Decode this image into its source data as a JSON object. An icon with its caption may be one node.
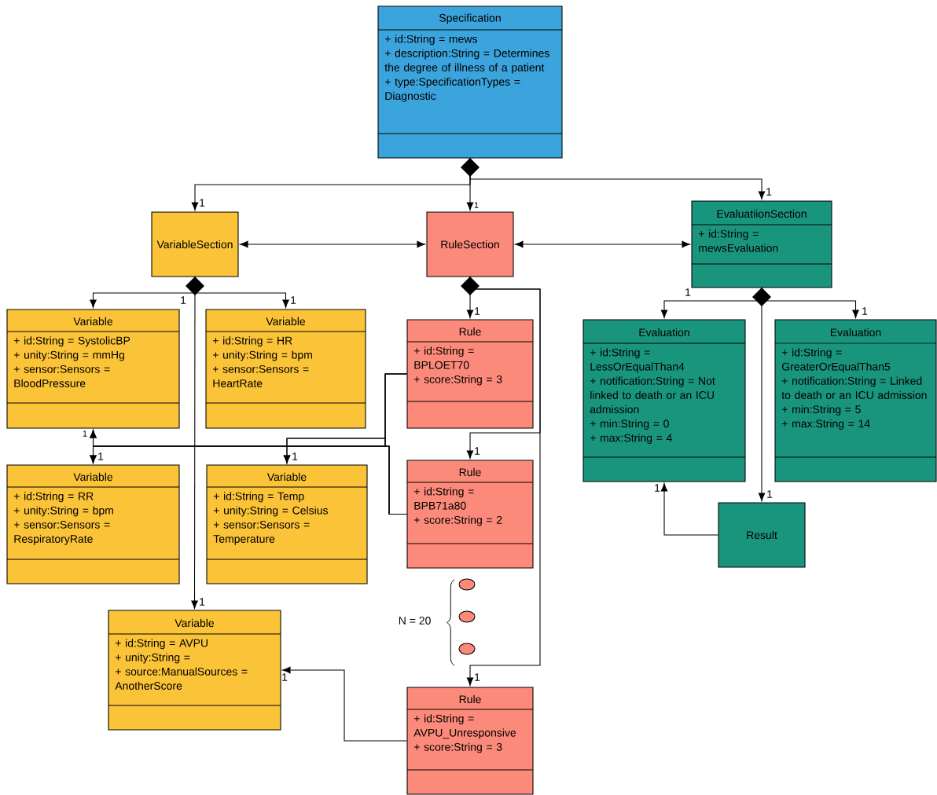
{
  "diagram": {
    "nodes": [
      {
        "text": [
          "Specification",
          "+ id:String = mews",
          "+ description:String = Determines the degree of illness of a patient",
          "+ type:SpecificationTypes = Diagnostic"
        ]
      },
      {
        "text": [
          "VariableSection"
        ]
      },
      {
        "text": [
          "RuleSection"
        ]
      },
      {
        "text": [
          "EvaluatiionSection",
          "+ id:String = mewsEvaluation"
        ]
      },
      {
        "text": [
          "Variable",
          "+ id:String = SystolicBP",
          "+ unity:String = mmHg",
          "+ sensor:Sensors = BloodPressure"
        ]
      },
      {
        "text": [
          "Variable",
          "+ id:String = HR",
          "+ unity:String = bpm",
          "+ sensor:Sensors = HeartRate"
        ]
      },
      {
        "text": [
          "Variable",
          "+ id:String = RR",
          "+ unity:String = bpm",
          "+ sensor:Sensors = RespiratoryRate"
        ]
      },
      {
        "text": [
          "Variable",
          "+ id:String = Temp",
          "+ unity:String = Celsius",
          "+ sensor:Sensors = Temperature"
        ]
      },
      {
        "text": [
          "Variable",
          "+ id:String = AVPU",
          "+ unity:String =",
          "+ source:ManualSources = AnotherScore"
        ]
      },
      {
        "text": [
          "Rule",
          "+ id:String = BPLOET70",
          "+ score:String = 3"
        ]
      },
      {
        "text": [
          "Rule",
          "+ id:String = BPB71a80",
          "+ score:String = 2"
        ]
      },
      {
        "text": [],
        "shape": "ellipse"
      },
      {
        "text": [],
        "shape": "ellipse"
      },
      {
        "text": [],
        "shape": "ellipse"
      },
      {
        "text": [
          "Rule",
          "+ id:String = AVPU_Unresponsive",
          "+ score:String = 3"
        ]
      },
      {
        "text": [
          "Evaluation",
          "+ id:String = LessOrEqualThan4",
          "+ notification:String = Not linked to death or an ICU admission",
          "+ min:String = 0",
          "+ max:String = 4"
        ]
      },
      {
        "text": [
          "Evaluation",
          "+ id:String = GreaterOrEqualThan5",
          "+ notification:String = Linked to death or an ICU admission",
          "+ min:String = 5",
          "+ max:String = 14"
        ]
      },
      {
        "text": [
          "Result"
        ]
      }
    ],
    "edges": [
      {
        "from": 0,
        "to": 1,
        "arrow": "to",
        "label": "1"
      },
      {
        "from": 0,
        "to": 2,
        "arrow": "to",
        "label": "1"
      },
      {
        "from": 0,
        "to": 3,
        "arrow": "to",
        "label": "1"
      },
      {
        "from": 1,
        "to": 2,
        "arrow": "both"
      },
      {
        "from": 2,
        "to": 3,
        "arrow": "both"
      },
      {
        "from": 1,
        "to": 4,
        "arrow": "to",
        "label": "1"
      },
      {
        "from": 1,
        "to": 5,
        "arrow": "to",
        "label": "1"
      },
      {
        "from": 1,
        "to": 8,
        "arrow": "to",
        "label": "1"
      },
      {
        "from": 2,
        "to": 9,
        "arrow": "to",
        "label": "1"
      },
      {
        "from": 2,
        "to": 10,
        "arrow": "to",
        "label": "1"
      },
      {
        "from": 2,
        "to": 14,
        "arrow": "to",
        "label": "1"
      },
      {
        "from": 9,
        "to": 4,
        "arrow": "to",
        "label": "1"
      },
      {
        "from": 9,
        "to": 6,
        "arrow": "to",
        "label": "1"
      },
      {
        "from": 9,
        "to": 7,
        "arrow": "to",
        "label": "1"
      },
      {
        "from": 10,
        "to": 4,
        "arrow": "to"
      },
      {
        "from": 10,
        "to": 6,
        "arrow": "to"
      },
      {
        "from": 10,
        "to": 7,
        "arrow": "to"
      },
      {
        "from": 14,
        "to": 8,
        "arrow": "to",
        "label": "1"
      },
      {
        "from": 3,
        "to": 15,
        "arrow": "to",
        "label": "1"
      },
      {
        "from": 3,
        "to": 16,
        "arrow": "to",
        "label": "1"
      },
      {
        "from": 3,
        "to": 17,
        "arrow": "to",
        "label": "1"
      },
      {
        "from": 17,
        "to": 15,
        "arrow": "to",
        "label": "1"
      }
    ],
    "labels": [
      "N = 20"
    ]
  }
}
